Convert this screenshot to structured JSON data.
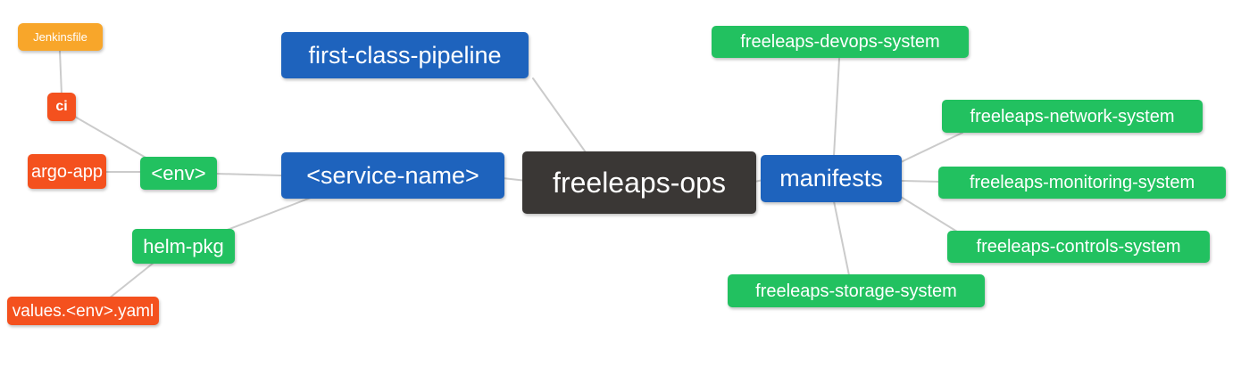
{
  "diagram": {
    "type": "mindmap",
    "root_label": "freeleaps-ops"
  },
  "colors": {
    "blue": "#1e63bd",
    "green": "#22c160",
    "red_orange": "#f4511e",
    "orange": "#f8a62a",
    "dark": "#3a3735",
    "edge_gray": "#cbcbcb",
    "text": "#ffffff"
  },
  "nodes": {
    "jenkinsfile": {
      "label": "Jenkinsfile",
      "color": "#f8a62a"
    },
    "ci": {
      "label": "ci",
      "color": "#f4511e"
    },
    "argo_app": {
      "label": "argo-app",
      "color": "#f4511e"
    },
    "env": {
      "label": "<env>",
      "color": "#22c160"
    },
    "helm_pkg": {
      "label": "helm-pkg",
      "color": "#22c160"
    },
    "values_env_yaml": {
      "label": "values.<env>.yaml",
      "color": "#f4511e"
    },
    "first_class_pipeline": {
      "label": "first-class-pipeline",
      "color": "#1e63bd"
    },
    "service_name": {
      "label": "<service-name>",
      "color": "#1e63bd"
    },
    "freeleaps_ops": {
      "label": "freeleaps-ops",
      "color": "#3a3735"
    },
    "manifests": {
      "label": "manifests",
      "color": "#1e63bd"
    },
    "devops_system": {
      "label": "freeleaps-devops-system",
      "color": "#22c160"
    },
    "network_system": {
      "label": "freeleaps-network-system",
      "color": "#22c160"
    },
    "monitoring_system": {
      "label": "freeleaps-monitoring-system",
      "color": "#22c160"
    },
    "controls_system": {
      "label": "freeleaps-controls-system",
      "color": "#22c160"
    },
    "storage_system": {
      "label": "freeleaps-storage-system",
      "color": "#22c160"
    }
  },
  "edges": [
    {
      "from": "jenkinsfile",
      "to": "ci"
    },
    {
      "from": "ci",
      "to": "env"
    },
    {
      "from": "argo_app",
      "to": "env"
    },
    {
      "from": "env",
      "to": "service_name"
    },
    {
      "from": "service_name",
      "to": "helm_pkg"
    },
    {
      "from": "helm_pkg",
      "to": "values_env_yaml"
    },
    {
      "from": "first_class_pipeline",
      "to": "freeleaps_ops"
    },
    {
      "from": "service_name",
      "to": "freeleaps_ops"
    },
    {
      "from": "freeleaps_ops",
      "to": "manifests"
    },
    {
      "from": "manifests",
      "to": "devops_system"
    },
    {
      "from": "manifests",
      "to": "network_system"
    },
    {
      "from": "manifests",
      "to": "monitoring_system"
    },
    {
      "from": "manifests",
      "to": "controls_system"
    },
    {
      "from": "manifests",
      "to": "storage_system"
    }
  ]
}
